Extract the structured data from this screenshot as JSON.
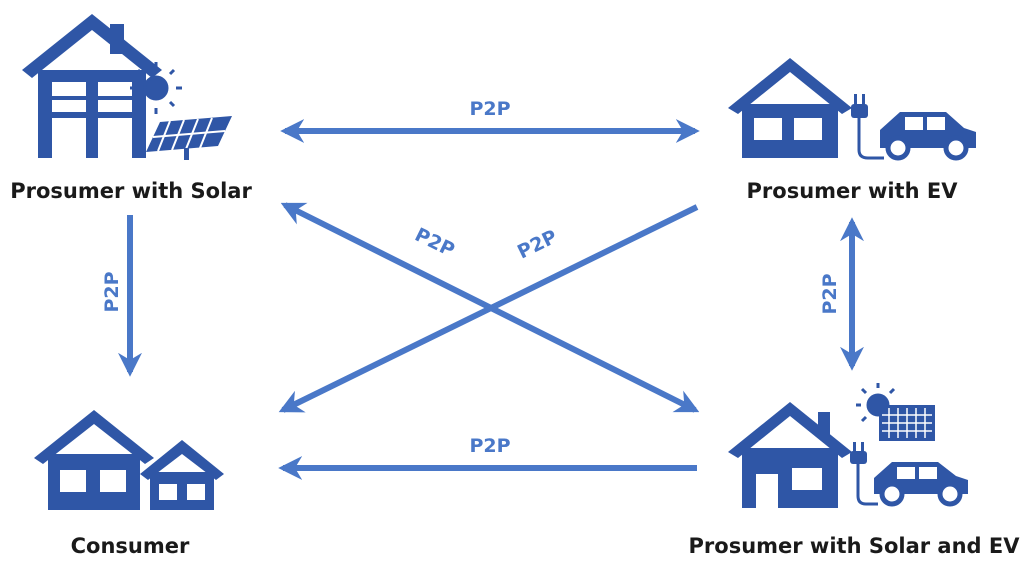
{
  "colors": {
    "house": "#2f56a6",
    "arrow": "#4a78c8",
    "label": "#1a1a1a",
    "edge_label": "#4a78c8",
    "sun": "#2f56a6",
    "panel": "#2f56a6"
  },
  "nodes": {
    "solar": {
      "label": "Prosumer with Solar"
    },
    "ev": {
      "label": "Prosumer with EV"
    },
    "consumer": {
      "label": "Consumer"
    },
    "solar_ev": {
      "label": "Prosumer with Solar and EV"
    }
  },
  "edges": {
    "solar_ev_top": {
      "label": "P2P"
    },
    "solar_consumer": {
      "label": "P2P"
    },
    "cross_a": {
      "label": "P2P"
    },
    "cross_b": {
      "label": "P2P"
    },
    "ev_solarev": {
      "label": "P2P"
    },
    "solarev_consumer": {
      "label": "P2P"
    }
  }
}
